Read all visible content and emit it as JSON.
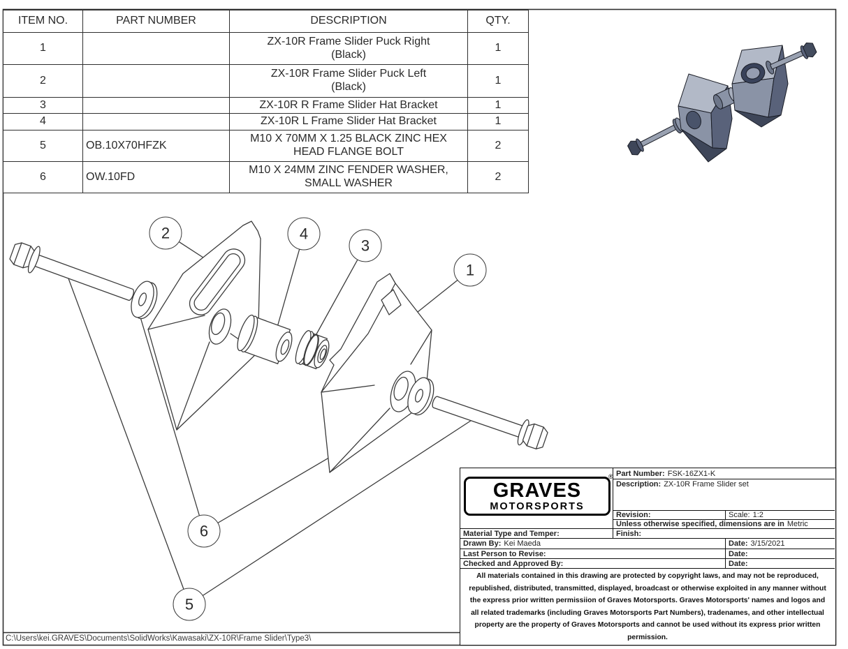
{
  "bom": {
    "headers": [
      "ITEM NO.",
      "PART NUMBER",
      "DESCRIPTION",
      "QTY."
    ],
    "rows": [
      {
        "item": "1",
        "part": "",
        "desc_line1": "ZX-10R Frame Slider Puck Right",
        "desc_line2": "(Black)",
        "qty": "1"
      },
      {
        "item": "2",
        "part": "",
        "desc_line1": "ZX-10R Frame Slider Puck Left",
        "desc_line2": "(Black)",
        "qty": "1"
      },
      {
        "item": "3",
        "part": "",
        "desc_line1": "ZX-10R R Frame Slider Hat Bracket",
        "desc_line2": "",
        "qty": "1"
      },
      {
        "item": "4",
        "part": "",
        "desc_line1": "ZX-10R L Frame Slider Hat Bracket",
        "desc_line2": "",
        "qty": "1"
      },
      {
        "item": "5",
        "part": "OB.10X70HFZK",
        "desc_line1": "M10 X 70MM X 1.25 BLACK ZINC HEX",
        "desc_line2": "HEAD FLANGE BOLT",
        "qty": "2"
      },
      {
        "item": "6",
        "part": "OW.10FD",
        "desc_line1": "M10 X 24MM ZINC FENDER WASHER,",
        "desc_line2": "SMALL WASHER",
        "qty": "2"
      }
    ]
  },
  "balloons": {
    "b1": "1",
    "b2": "2",
    "b3": "3",
    "b4": "4",
    "b5": "5",
    "b6": "6"
  },
  "title_block": {
    "logo_line1": "GRAVES",
    "logo_line2": "MOTORSPORTS",
    "registered_mark": "®",
    "part_number_label": "Part Number:",
    "part_number": "FSK-16ZX1-K",
    "description_label": "Description:",
    "description": "ZX-10R Frame Slider set",
    "revision_label": "Revision:",
    "revision": "",
    "scale_label": "Scale:",
    "scale": "1:2",
    "units_label": "Unless otherwise specified, dimensions are in",
    "units": "Metric",
    "material_label": "Material Type and Temper:",
    "finish_label": "Finish:",
    "drawn_by_label": "Drawn By:",
    "drawn_by": "Kei Maeda",
    "date_label1": "Date:",
    "drawn_date": "3/15/2021",
    "last_revise_label": "Last Person to Revise:",
    "date_label2": "Date:",
    "revise_date": "",
    "checked_label": "Checked and Approved By:",
    "date_label3": "Date:",
    "checked_date": "",
    "copyright": "All materials contained in this drawing are protected by copyright laws, and may not be reproduced, republished, distributed, transmitted, displayed, broadcast or otherwise exploited in any manner without the express prior written permissiion of Graves Motorsports. Graves Motorsports' names and logos and all related trademarks (including Graves Motorsports Part Numbers), tradenames, and other intellectual property are the property of Graves Motorsports and cannot be used without its express prior written permission."
  },
  "footer": {
    "file_path": "C:\\Users\\kei.GRAVES\\Documents\\SolidWorks\\Kawasaki\\ZX-10R\\Frame Slider\\Type3\\"
  },
  "colors": {
    "line": "#3b3b3b",
    "border": "#2f2f2f",
    "iso_light": "#b2b9c7",
    "iso_mid": "#8a93a6",
    "iso_dark": "#59627a",
    "iso_darker": "#3e4659",
    "iso_shaft": "#99a1b1"
  }
}
